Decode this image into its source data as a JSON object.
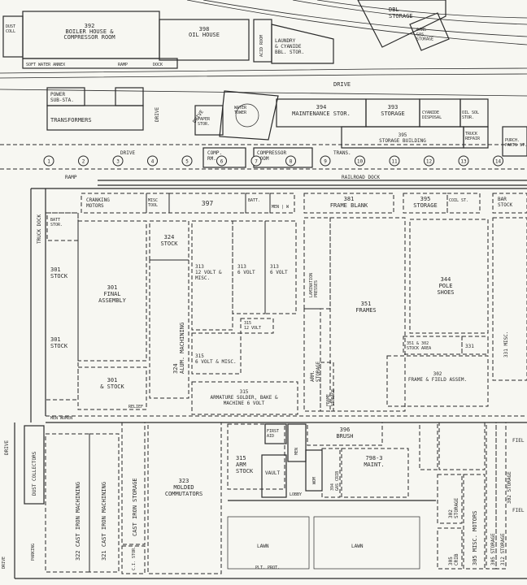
{
  "labels": {
    "boiler_house": "392\nBOILER HOUSE &\nCOMPRESSOR ROOM",
    "oil_house": "398\nOIL HOUSE",
    "acid_room": "ACID ROOM",
    "laundry": "LAUNDRY\n& CYANIDE\nBBL. STOR.",
    "soft_water": "SOFT WATER ANNEX",
    "ramp_top": "RAMP",
    "dock_top": "DOCK",
    "dbl_storage": "DBL\nSTORAGE",
    "cans_gas": "CANS\nGAS\nSTORAGE",
    "dust_coll_top": "DUST\nCOLL",
    "drive_top": "DRIVE",
    "power_sub": "POWER\nSUB-STA.",
    "transformers": "TRANSFORMERS",
    "drive_v1": "DRIVE",
    "drive_v2": "DRIVE",
    "water_tower": "WATER\nTOWER",
    "paper_stor": "PAPER\nSTOR.",
    "maint_stor": "394\nMAINTENANCE STOR.",
    "storage_393": "393\nSTORAGE",
    "cyanide_disposal": "CYANIDE\nDISPOSAL",
    "oil_sol": "OIL SOL\nSTOR.",
    "storage_bldg": "395\nSTORAGE BUILDING",
    "truck_repair": "TRUCK\nREPAIR",
    "purchase_parts": "PURCH.\nPARTS ST.",
    "comp_rm": "COMP.\nRM.",
    "compressor_room": "COMPRESSOR\nROOM",
    "trans": "TRANS.",
    "drive_mid": "DRIVE",
    "ramp_mid": "RAMP",
    "railroad_dock": "RAILROAD DOCK",
    "cranking_motors": "CRANKING\nMOTORS",
    "misc_tool": "MISC\nTOOL",
    "bay_397": "397",
    "batt": "BATT.",
    "men_w": "MEN | W",
    "frame_blank": "381\nFRAME BLANK",
    "storage_395b": "395\nSTORAGE",
    "coil_st": "COIL ST.",
    "bar_stock": "BAR\nSTOCK",
    "truck_dock": "TRUCK DOCK",
    "batt_stor": "BATT\nSTOR.",
    "stock_324": "324\nSTOCK",
    "stock_301a": "301\nSTOCK",
    "final_assembly": "301\nFINAL\nASSEMBLY",
    "stock_301b": "301\nSTOCK",
    "alum_machining": "324\nALUM. MACHINING",
    "volt_313a": "313\n12 VOLT &\nMISC.",
    "volt_313b": "313\n6 VOLT",
    "volt_313c": "313\n6 VOLT",
    "volt_315a": "315\n12 VOLT",
    "lamination_presses": "LAMINATION\nPRESSES",
    "frames": "351\nFRAMES",
    "pole_shoes": "344\nPOLE\nSHOES",
    "misc_331": "331 MISC.",
    "armature_storage": "ARM.\nSTORAGE",
    "frame_storage": "FRAME\nSTORAGE",
    "volt_315b": "315\n6 VOLT & MISC.",
    "area_351": "351 & 302\nSTOCK AREA",
    "bay_331": "331",
    "frame_field": "302\nFRAME & FIELD ASSEM.",
    "stock_301c": "301\n& STOCK",
    "armature_solder": "315\nARMATURE SOLDER, BAKE &\nMACHINE 6 VOLT",
    "relief": "RELIEF",
    "men_women": "MEN  WOMEN",
    "drive_left": "DRIVE",
    "dust_collectors": "DUST COLLECTORS",
    "cast_iron_machining_a": "322 CAST IRON MACHINING",
    "cast_iron_machining_b": "321 CAST IRON MACHINING",
    "cast_iron_storage": "CAST IRON STORAGE",
    "cz_storage": "C.I. STOR.",
    "molded_commutators": "323\nMOLDED\nCOMMUTATORS",
    "brush": "396\nBRUSH",
    "arm_stock": "315\nARM\nSTOCK",
    "first_aid": "FIRST\nAID",
    "vault": "VAULT",
    "men_b": "MEN",
    "wom_b": "WOM",
    "maint": "798-3\nMAINT.",
    "gas_crib": "394\nGAS CRIB",
    "lobby": "LOBBY",
    "storage_302": "302\nSTORAGE",
    "misc_motors": "305 MISC. MOTORS",
    "crib_305": "305\nCRIB",
    "storage_305": "305 STORAGE",
    "storage_312": "312 STORAGE",
    "storage_302b": "302 STORAGE",
    "parking": "PARKING",
    "lawn_a": "LAWN",
    "lawn_b": "LAWN",
    "plt_prot": "PLT. PROT.",
    "field_a": "FIEL",
    "field_b": "FIEL",
    "drive_sub": "DRIVE"
  },
  "columns": [
    "1",
    "2",
    "3",
    "4",
    "5",
    "6",
    "7",
    "8",
    "9",
    "10",
    "11",
    "12",
    "13",
    "14"
  ]
}
